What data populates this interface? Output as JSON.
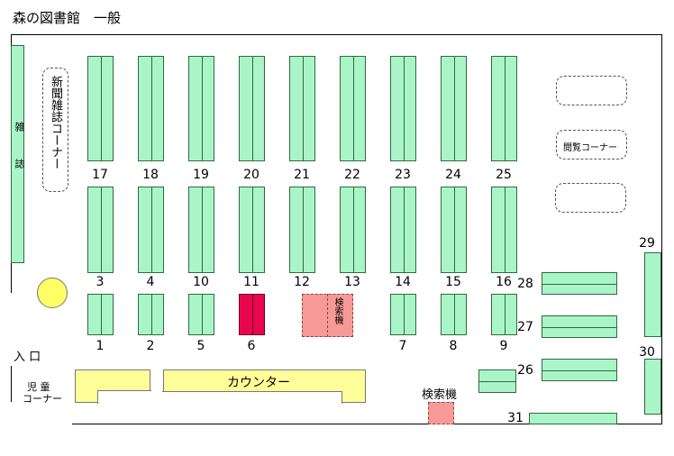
{
  "title": "森の図書館　一般",
  "shelves_row_top": [
    "17",
    "18",
    "19",
    "20",
    "21",
    "22",
    "23",
    "24",
    "25"
  ],
  "shelves_row_mid": [
    "3",
    "4",
    "10",
    "11",
    "12",
    "13",
    "14",
    "15",
    "16"
  ],
  "shelves_row_bot": [
    "1",
    "2",
    "5",
    "6",
    "7",
    "8",
    "9"
  ],
  "shelves_right": [
    "28",
    "27",
    "26",
    "31",
    "29",
    "30"
  ],
  "highlighted_shelf": "11 / 6",
  "labels": {
    "magazines": "雑誌",
    "newspaper_corner": "新聞雑誌コーナー",
    "reading_corner": "閲覧コーナー",
    "search_terminal_1": "検索機",
    "search_terminal_2": "検索機",
    "entrance": "入 口",
    "children_corner_1": "児 童",
    "children_corner_2": "コーナー",
    "counter": "カウンター"
  },
  "colors": {
    "shelf": "#aaf5c8",
    "highlight": "#e8064e",
    "search": "#f79a97",
    "counter": "#ffff99",
    "pillar": "#ffff66"
  }
}
